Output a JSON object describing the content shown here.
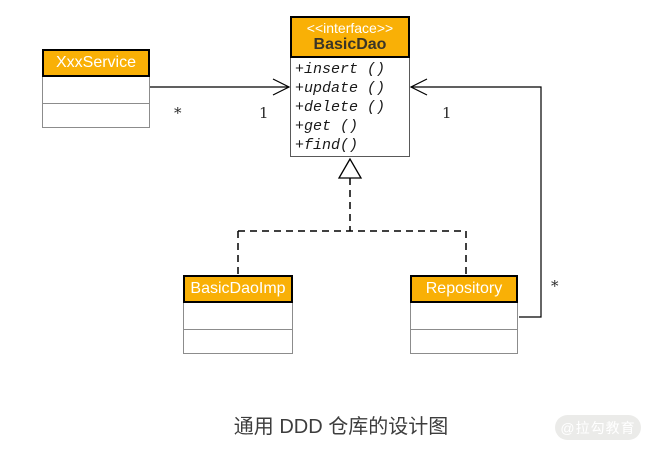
{
  "diagram": {
    "caption": "通用 DDD 仓库的设计图",
    "watermark": "@拉勾教育",
    "colors": {
      "header_bg": "#F9B006",
      "header_border": "#000000",
      "compartment_border": "#8C8C8C",
      "header_text": "#FFFFFF",
      "interface_name_text": "#3A3528",
      "line_color": "#000000"
    },
    "classes": {
      "xxx_service": {
        "name": "XxxService"
      },
      "basic_dao": {
        "stereotype": "<<interface>>",
        "name": "BasicDao",
        "methods": [
          "+insert ()",
          "+update ()",
          "+delete ()",
          "+get ()",
          "+find()"
        ]
      },
      "basic_dao_imp": {
        "name": "BasicDaoImp"
      },
      "repository": {
        "name": "Repository"
      }
    },
    "relationships": {
      "service_to_dao": {
        "type": "association",
        "from": "XxxService",
        "to": "BasicDao"
      },
      "repository_to_dao_association": {
        "type": "association",
        "from": "Repository",
        "to": "BasicDao"
      },
      "imp_realization": {
        "type": "realization",
        "from": "BasicDaoImp",
        "to": "BasicDao"
      },
      "repository_realization": {
        "type": "realization",
        "from": "Repository",
        "to": "BasicDao"
      }
    },
    "multiplicities": {
      "service_side": "*",
      "dao_left_side": "1",
      "dao_right_side": "1",
      "repository_side": "*"
    }
  }
}
